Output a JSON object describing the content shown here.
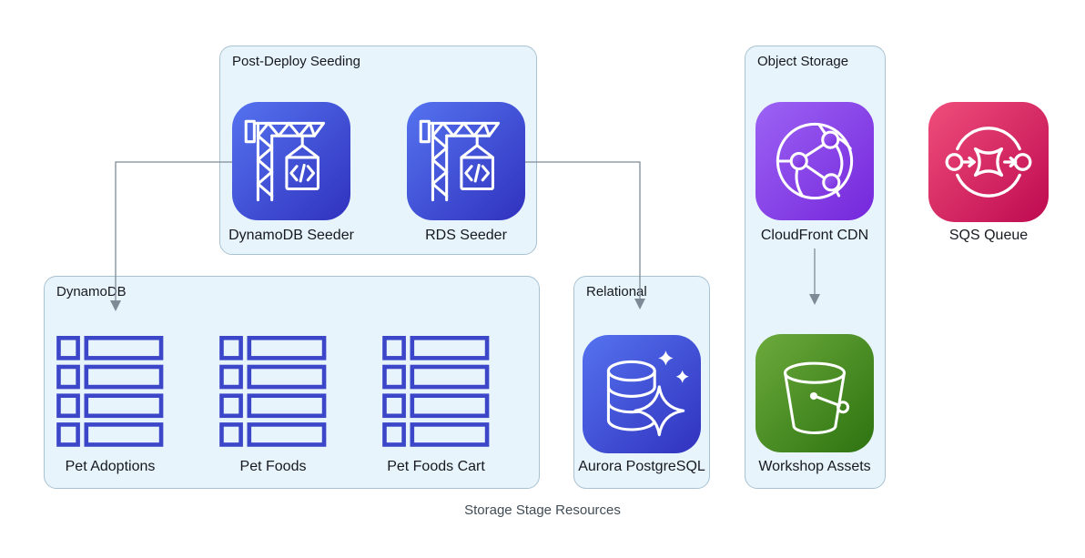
{
  "caption": "Storage Stage Resources",
  "groups": {
    "post_deploy": {
      "label": "Post-Deploy Seeding"
    },
    "dynamodb": {
      "label": "DynamoDB"
    },
    "relational": {
      "label": "Relational"
    },
    "object_storage": {
      "label": "Object Storage"
    }
  },
  "nodes": {
    "dynamodb_seeder": {
      "label": "DynamoDB Seeder",
      "icon": "codebuild-crane-icon"
    },
    "rds_seeder": {
      "label": "RDS Seeder",
      "icon": "codebuild-crane-icon"
    },
    "pet_adoptions": {
      "label": "Pet Adoptions",
      "icon": "dynamodb-table-icon"
    },
    "pet_foods": {
      "label": "Pet Foods",
      "icon": "dynamodb-table-icon"
    },
    "pet_foods_cart": {
      "label": "Pet Foods Cart",
      "icon": "dynamodb-table-icon"
    },
    "aurora_postgresql": {
      "label": "Aurora PostgreSQL",
      "icon": "aurora-database-sparkle-icon"
    },
    "cloudfront_cdn": {
      "label": "CloudFront CDN",
      "icon": "cloudfront-globe-icon"
    },
    "workshop_assets": {
      "label": "Workshop Assets",
      "icon": "s3-bucket-icon"
    },
    "sqs_queue": {
      "label": "SQS Queue",
      "icon": "sqs-queue-icon"
    }
  },
  "edges": [
    {
      "from": "DynamoDB Seeder",
      "to": "DynamoDB group (Pet Adoptions)"
    },
    {
      "from": "RDS Seeder",
      "to": "Relational group (Aurora PostgreSQL)"
    },
    {
      "from": "CloudFront CDN",
      "to": "Workshop Assets"
    }
  ],
  "colors": {
    "group_fill": "#E8F4FB",
    "group_border": "#A9C2D1",
    "blue_gradient_start": "#5573F0",
    "blue_gradient_end": "#3032BE",
    "purple_gradient_start": "#9C63F4",
    "purple_gradient_end": "#7527DB",
    "green_gradient_start": "#6CAA3C",
    "green_gradient_end": "#2D7310",
    "pink_gradient_start": "#EF4E7B",
    "pink_gradient_end": "#BE0A50",
    "table_icon_stroke": "#3B46C9",
    "arrow": "#7E8B96",
    "label_text": "#16191F",
    "caption_text": "#414D56"
  }
}
